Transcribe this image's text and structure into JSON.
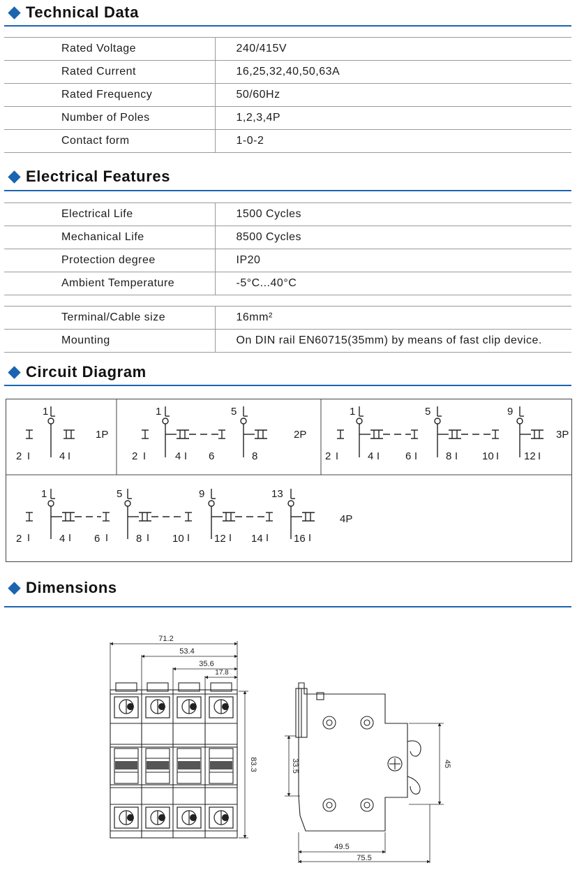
{
  "sections": {
    "technical": "Technical Data",
    "electrical": "Electrical Features",
    "circuit": "Circuit Diagram",
    "dimensions": "Dimensions"
  },
  "technical_rows": [
    {
      "label": "Rated Voltage",
      "value": "240/415V"
    },
    {
      "label": "Rated Current",
      "value": "16,25,32,40,50,63A"
    },
    {
      "label": "Rated Frequency",
      "value": "50/60Hz"
    },
    {
      "label": "Number of Poles",
      "value": "1,2,3,4P"
    },
    {
      "label": "Contact form",
      "value": "1-0-2"
    }
  ],
  "electrical_rows": [
    {
      "label": "Electrical Life",
      "value": "1500 Cycles"
    },
    {
      "label": "Mechanical Life",
      "value": "8500 Cycles"
    },
    {
      "label": "Protection degree",
      "value": "IP20"
    },
    {
      "label": "Ambient Temperature",
      "value": "-5°C...40°C"
    }
  ],
  "install_rows": [
    {
      "label": "Terminal/Cable size",
      "value": "16mm²"
    },
    {
      "label": "Mounting",
      "value": "On DIN rail EN60715(35mm) by means of fast clip device."
    }
  ],
  "circuit": {
    "p1": {
      "label": "1P",
      "top": [
        "1"
      ],
      "bottom": [
        "2",
        "4"
      ]
    },
    "p2": {
      "label": "2P",
      "top": [
        "1",
        "5"
      ],
      "bottom": [
        "2",
        "4",
        "6",
        "8"
      ]
    },
    "p3": {
      "label": "3P",
      "top": [
        "1",
        "5",
        "9"
      ],
      "bottom": [
        "2",
        "4",
        "6",
        "8",
        "10",
        "12"
      ]
    },
    "p4": {
      "label": "4P",
      "top": [
        "1",
        "5",
        "9",
        "13"
      ],
      "bottom": [
        "2",
        "4",
        "6",
        "8",
        "10",
        "12",
        "14",
        "16"
      ]
    }
  },
  "dimensions": {
    "front_widths": [
      "71.2",
      "53.4",
      "35.6",
      "17.8"
    ],
    "front_height": "83.3",
    "side_left_height": "33.5",
    "side_right_height": "45",
    "side_widths": [
      "49.5",
      "75.5"
    ]
  }
}
